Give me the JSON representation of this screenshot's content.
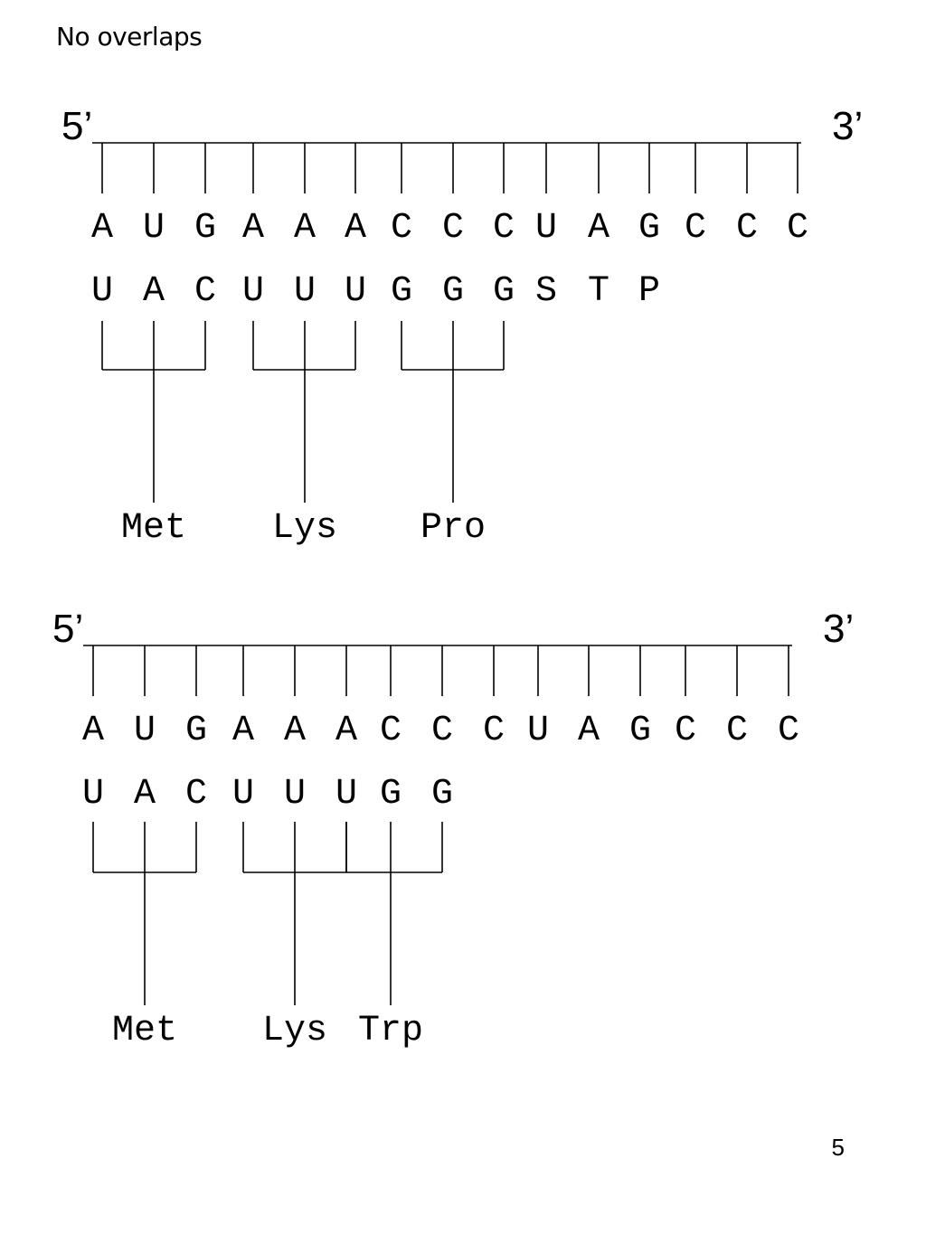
{
  "title": "No overlaps",
  "page_number": "5",
  "diagrams": [
    {
      "five_prime": "5’",
      "three_prime": "3’",
      "mrna": [
        "A",
        "U",
        "G",
        "A",
        "A",
        "A",
        "C",
        "C",
        "C",
        "U",
        "A",
        "G",
        "C",
        "C",
        "C"
      ],
      "trna": [
        "U",
        "A",
        "C",
        "U",
        "U",
        "U",
        "G",
        "G",
        "G",
        "S",
        "T",
        "P"
      ],
      "codons": [
        {
          "bases": [
            0,
            1,
            2
          ],
          "amino_acid": "Met"
        },
        {
          "bases": [
            3,
            4,
            5
          ],
          "amino_acid": "Lys"
        },
        {
          "bases": [
            6,
            7,
            8
          ],
          "amino_acid": "Pro"
        }
      ]
    },
    {
      "five_prime": "5’",
      "three_prime": "3’",
      "mrna": [
        "A",
        "U",
        "G",
        "A",
        "A",
        "A",
        "C",
        "C",
        "C",
        "U",
        "A",
        "G",
        "C",
        "C",
        "C"
      ],
      "trna": [
        "U",
        "A",
        "C",
        "U",
        "U",
        "U",
        "G",
        "G"
      ],
      "codons": [
        {
          "bases": [
            0,
            1,
            2
          ],
          "amino_acid": "Met"
        },
        {
          "bases": [
            3,
            4,
            5
          ],
          "amino_acid": "Lys"
        },
        {
          "bases": [
            5,
            6,
            7
          ],
          "amino_acid": "Trp"
        }
      ]
    }
  ]
}
